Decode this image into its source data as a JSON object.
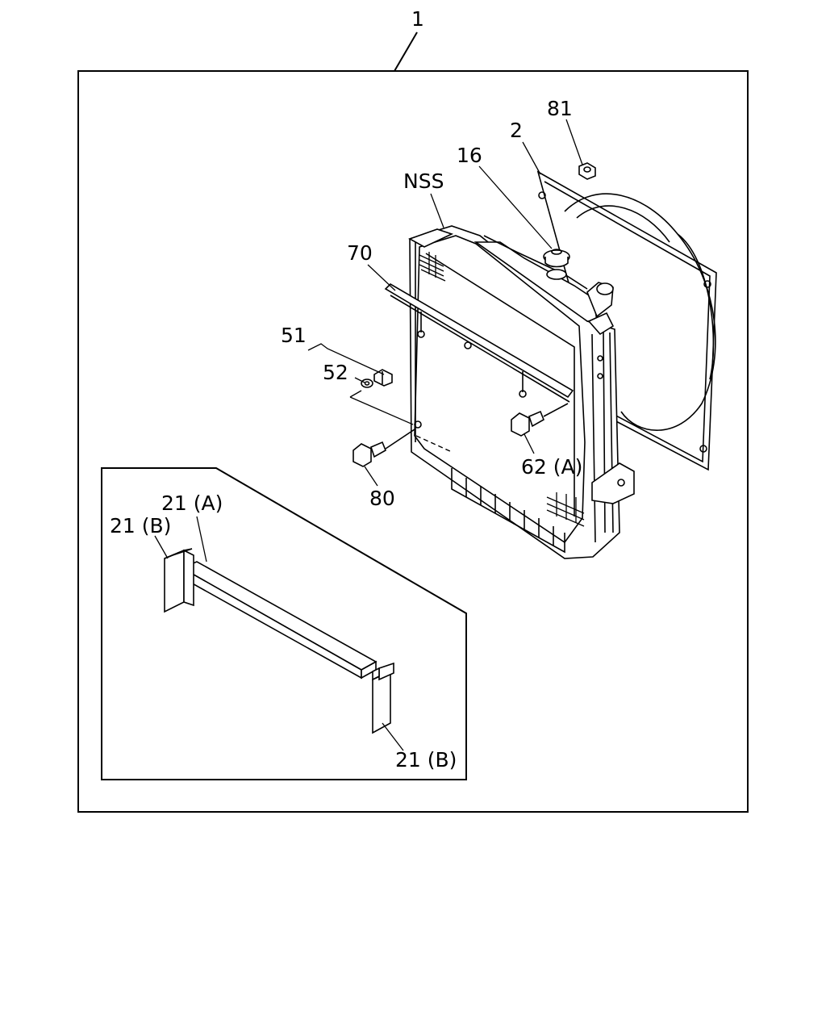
{
  "labels": {
    "assembly": "1",
    "fan_shroud": "2",
    "cap": "16",
    "clamp_a": "21 (A)",
    "clamp_b_upper": "21 (B)",
    "clamp_b_lower": "21 (B)",
    "bracket": "51",
    "washer": "52",
    "bolt_62a": "62 (A)",
    "plate_70": "70",
    "bolt_80": "80",
    "nut_81": "81",
    "nss": "NSS"
  }
}
